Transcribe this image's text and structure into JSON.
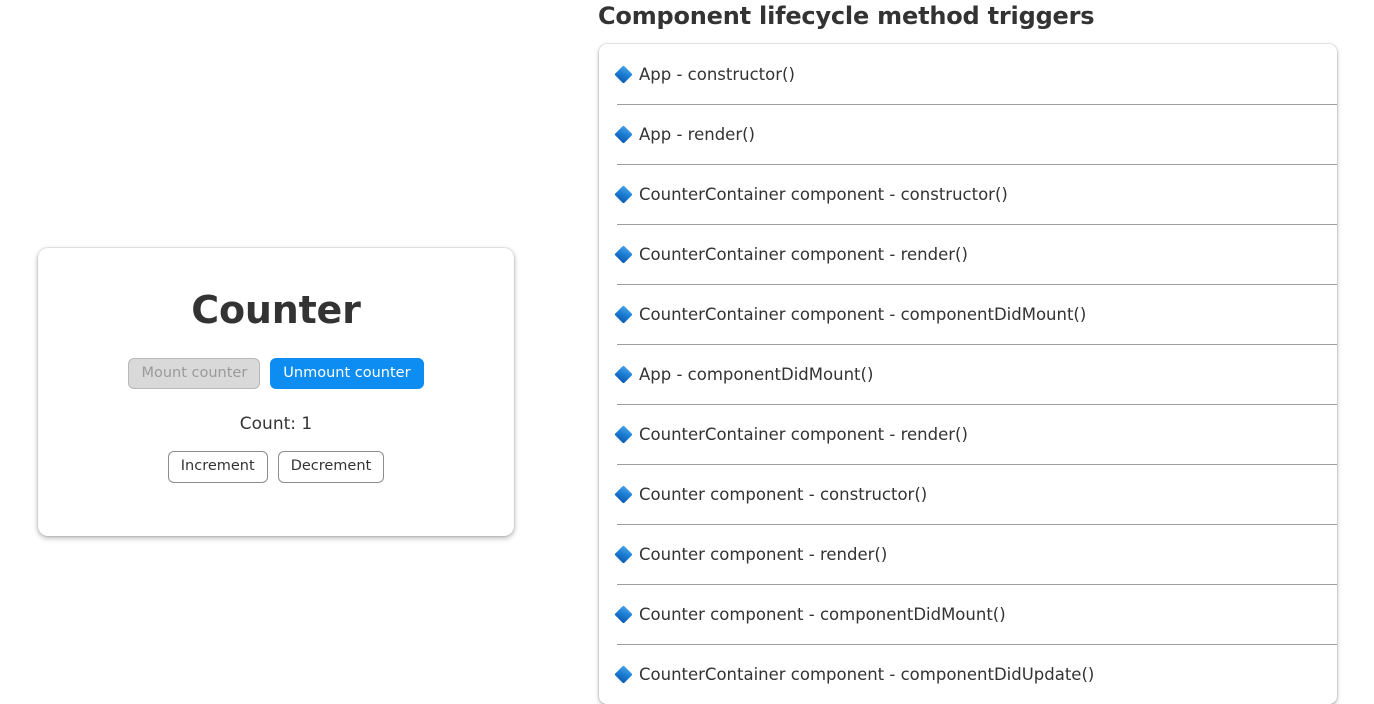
{
  "counter_card": {
    "title": "Counter",
    "mount_button_label": "Mount counter",
    "mount_button_state": "disabled",
    "unmount_button_label": "Unmount counter",
    "unmount_button_color": "#0d8cf2",
    "count_label": "Count: 1",
    "count_value": 1,
    "increment_button_label": "Increment",
    "decrement_button_label": "Decrement"
  },
  "lifecycle_panel": {
    "heading": "Component lifecycle method triggers",
    "bullet_icon": "blue-diamond-icon",
    "bullet_color": "#1d7fd4",
    "items": [
      {
        "label": "App - constructor()"
      },
      {
        "label": "App - render()"
      },
      {
        "label": "CounterContainer component - constructor()"
      },
      {
        "label": "CounterContainer component - render()"
      },
      {
        "label": "CounterContainer component - componentDidMount()"
      },
      {
        "label": "App - componentDidMount()"
      },
      {
        "label": "CounterContainer component - render()"
      },
      {
        "label": "Counter component - constructor()"
      },
      {
        "label": "Counter component - render()"
      },
      {
        "label": "Counter component - componentDidMount()"
      },
      {
        "label": "CounterContainer component - componentDidUpdate()"
      }
    ]
  }
}
